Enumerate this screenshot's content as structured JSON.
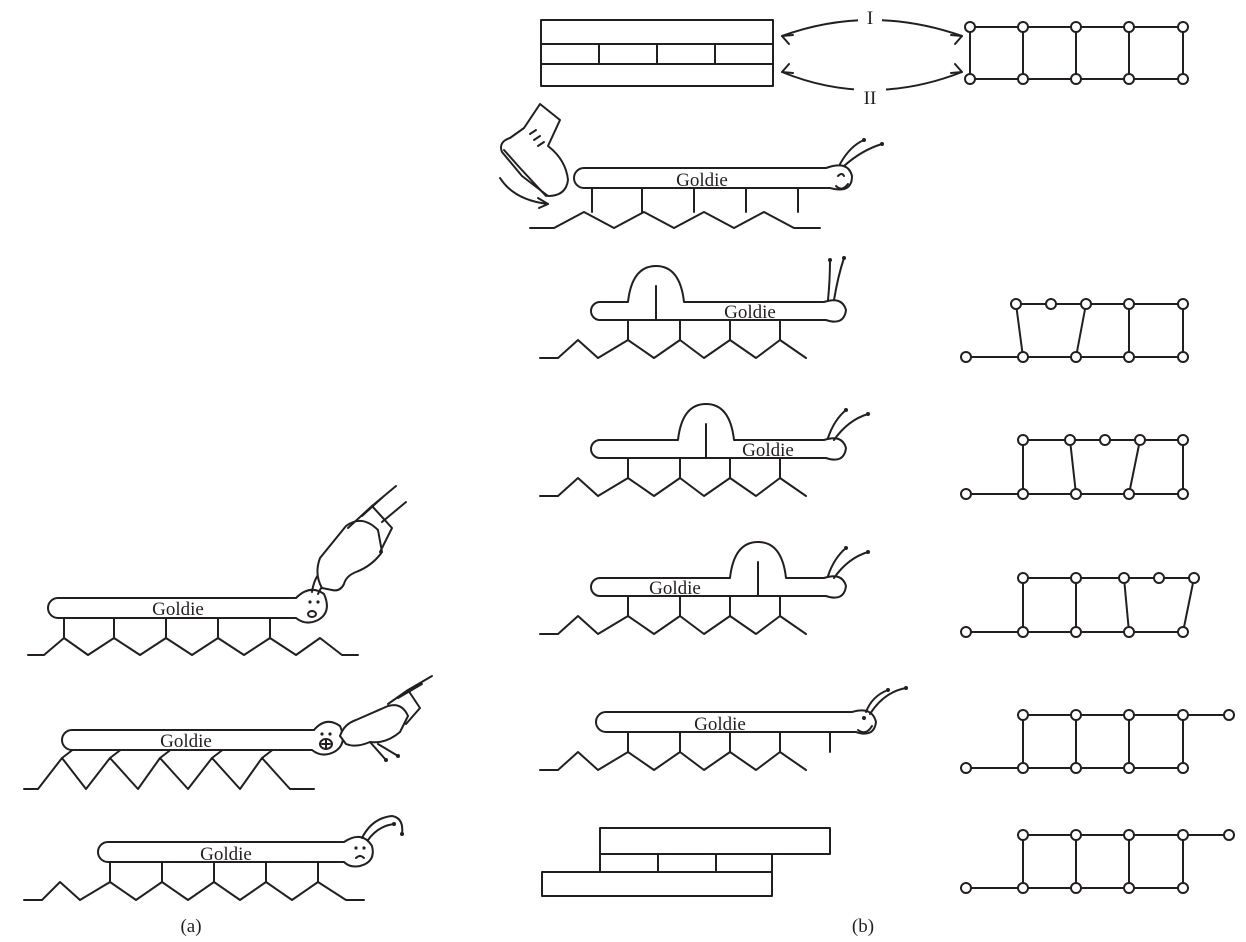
{
  "worm_name": "Goldie",
  "panel_a_caption": "(a)",
  "panel_b_caption": "(b)",
  "arrow_top_label": "I",
  "arrow_bottom_label": "II"
}
